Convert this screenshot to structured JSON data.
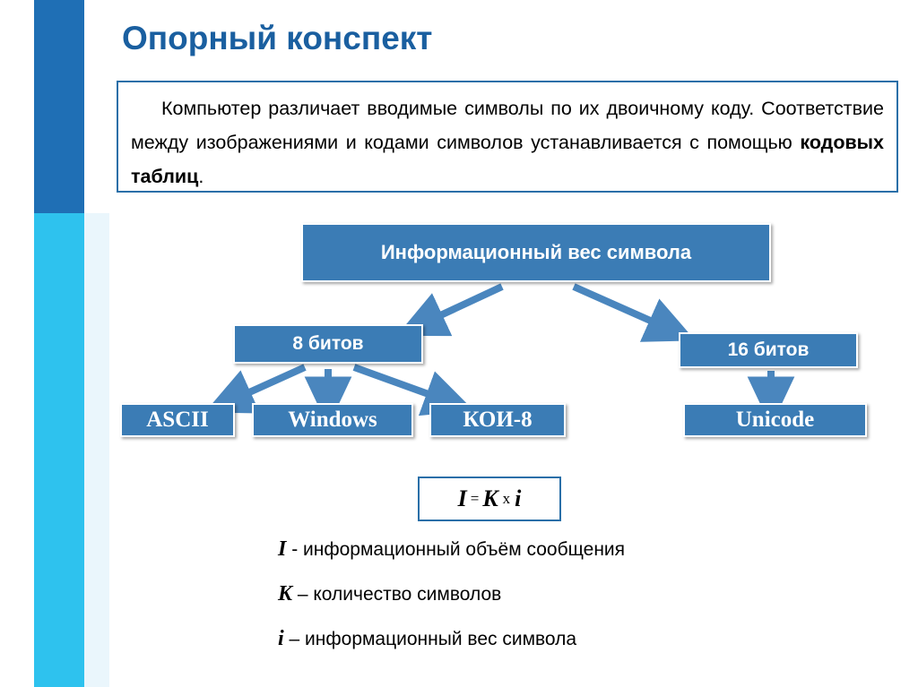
{
  "title": "Опорный конспект",
  "intro": {
    "text_before": "Компьютер различает вводимые символы по их двоичному коду. Соответствие между изображениями и кодами символов устанавливается с помощью ",
    "text_bold": "кодовых таблиц",
    "text_after": "."
  },
  "diagram": {
    "root": "Информационный вес символа",
    "branch_left": "8 битов",
    "branch_right": "16 битов",
    "leaves_left": [
      "ASCII",
      "Windows",
      "КОИ-8"
    ],
    "leaf_right": "Unicode"
  },
  "formula": {
    "i_var": "I",
    "equals": "=",
    "k_var": "K",
    "times": "x",
    "i_small": "i"
  },
  "legend": [
    {
      "symbol": "I",
      "text": "- информационный объём сообщения"
    },
    {
      "symbol": "K",
      "text": "– количество символов"
    },
    {
      "symbol": "i",
      "text": "– информационный вес символа"
    }
  ],
  "colors": {
    "title": "#1a5fa0",
    "bar_dark": "#1f6fb5",
    "bar_light": "#2ec2ee",
    "node": "#3b7cb5",
    "border": "#2a6fa8"
  }
}
